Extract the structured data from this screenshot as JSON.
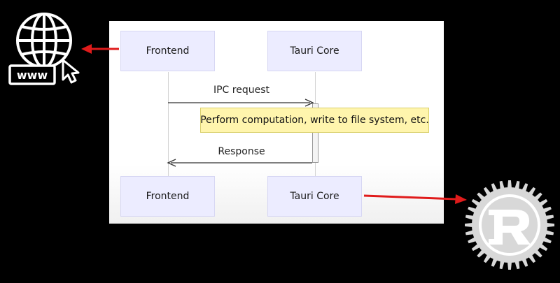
{
  "diagram": {
    "actors_top": [
      {
        "label": "Frontend"
      },
      {
        "label": "Tauri Core"
      }
    ],
    "actors_bottom": [
      {
        "label": "Frontend"
      },
      {
        "label": "Tauri Core"
      }
    ],
    "messages": [
      {
        "label": "IPC request",
        "from": "Frontend",
        "to": "Tauri Core"
      },
      {
        "label": "Response",
        "from": "Tauri Core",
        "to": "Frontend"
      }
    ],
    "note": {
      "label": "Perform computation, write to file system, etc."
    }
  },
  "icons": {
    "web": {
      "name": "globe-www-icon",
      "text": "www"
    },
    "rust": {
      "name": "rust-logo-icon",
      "letter": "R"
    }
  },
  "colors": {
    "accent_arrow": "#e01b1b",
    "actor_fill": "#ececff",
    "note_fill": "#fff5ad"
  }
}
